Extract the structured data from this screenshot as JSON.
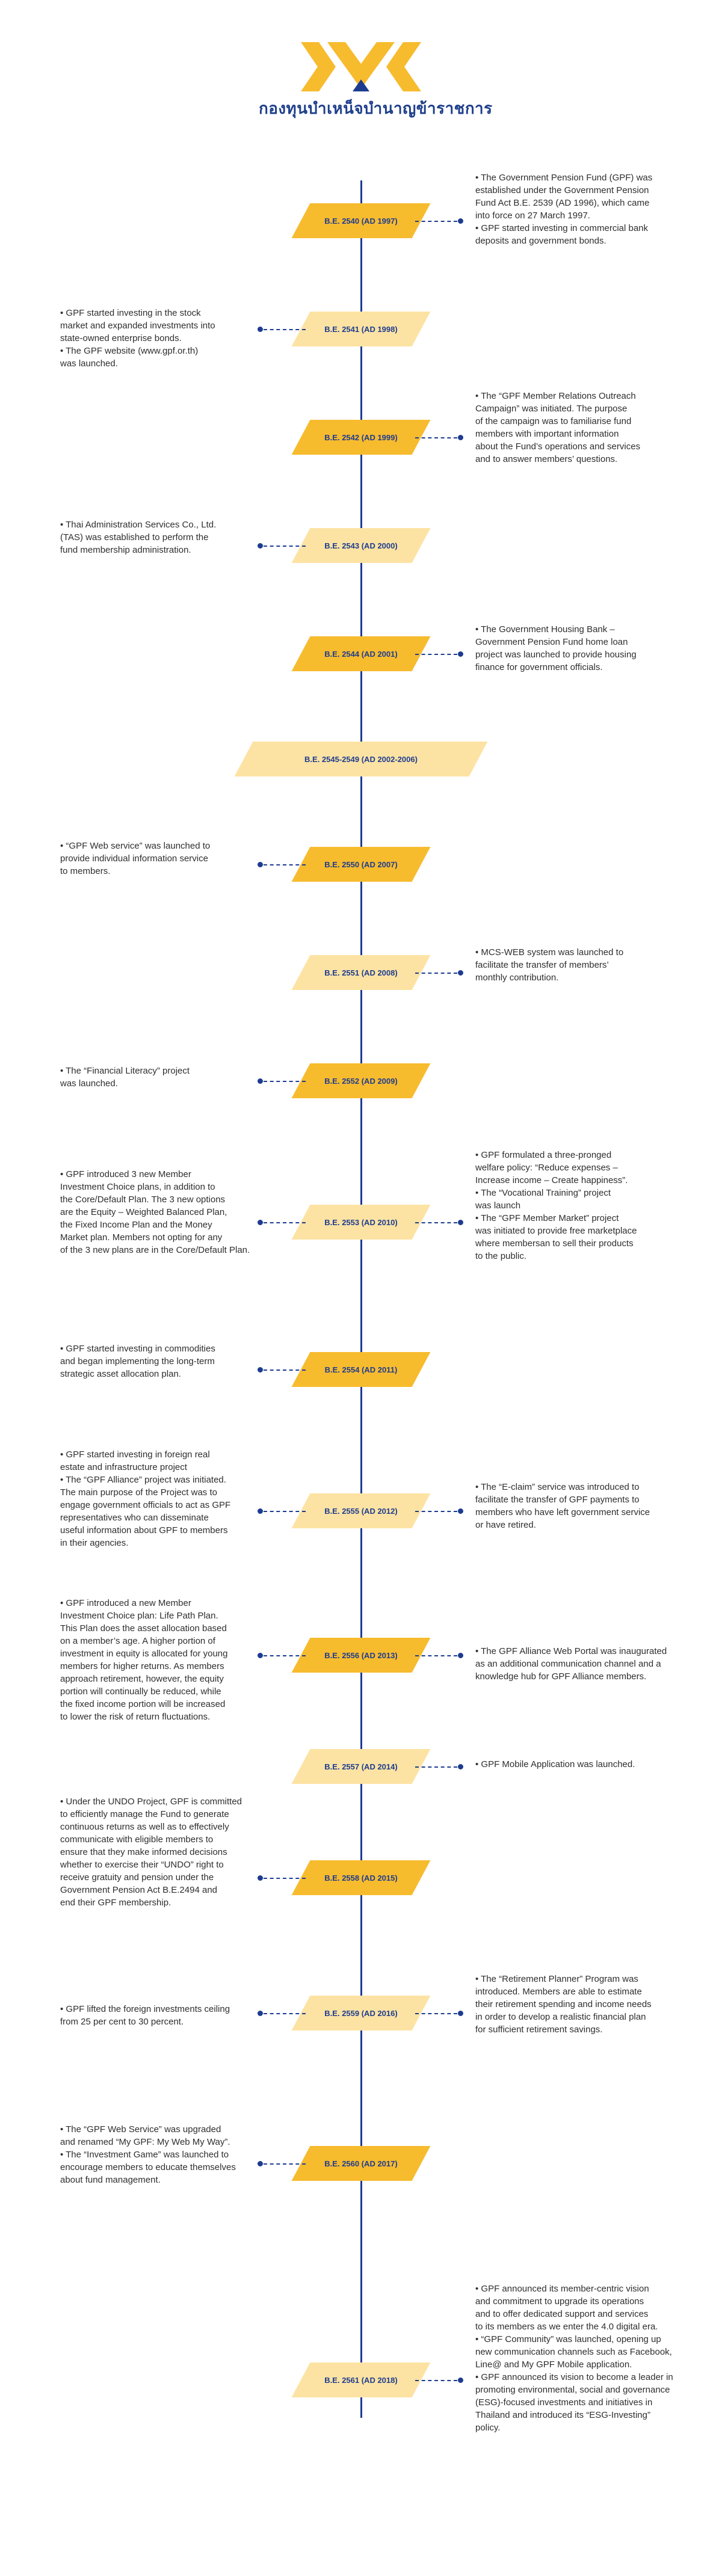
{
  "header": {
    "logo_text": "กองทุนบำเหน็จบำนาญข้าราชการ",
    "brand_colors": {
      "gold": "#f7bb2e",
      "light_gold": "#fde3a3",
      "navy": "#1d3c8f"
    }
  },
  "timeline": [
    {
      "year": "B.E. 2540 (AD 1997)",
      "right": [
        "• The Government Pension Fund (GPF) was",
        "established under the Government Pension",
        "Fund Act B.E. 2539 (AD 1996), which came",
        "into force on 27 March 1997.",
        "• GPF started investing in commercial bank",
        "deposits and government bonds."
      ]
    },
    {
      "year": "B.E. 2541 (AD 1998)",
      "left": [
        "• GPF started investing in the stock",
        "market and expanded investments into",
        "state-owned enterprise bonds.",
        "• The GPF website (www.gpf.or.th)",
        "was launched."
      ]
    },
    {
      "year": "B.E. 2542 (AD 1999)",
      "right": [
        "• The “GPF Member Relations Outreach",
        "Campaign” was initiated. The purpose",
        "of the campaign was to familiarise fund",
        "members with important information",
        "about the Fund’s operations and services",
        "and to answer members’ questions."
      ]
    },
    {
      "year": "B.E. 2543 (AD 2000)",
      "left": [
        "• Thai Administration Services Co., Ltd.",
        "(TAS) was established to perform the",
        "fund membership administration."
      ]
    },
    {
      "year": "B.E. 2544 (AD 2001)",
      "right": [
        "• The Government Housing Bank –",
        "Government Pension Fund home loan",
        "project was launched to provide housing",
        "finance for government officials."
      ]
    },
    {
      "year": "B.E. 2545-2549 (AD 2002-2006)"
    },
    {
      "year": "B.E. 2550 (AD 2007)",
      "left": [
        "• “GPF Web service” was launched to",
        "provide individual information service",
        "to members."
      ]
    },
    {
      "year": "B.E. 2551 (AD 2008)",
      "right": [
        "• MCS-WEB system was launched to",
        "facilitate the transfer of members’",
        "monthly contribution."
      ]
    },
    {
      "year": "B.E. 2552 (AD 2009)",
      "left": [
        "• The “Financial Literacy” project",
        "was launched."
      ]
    },
    {
      "year": "B.E. 2553 (AD 2010)",
      "left": [
        "• GPF introduced 3 new Member",
        "Investment Choice plans, in addition to",
        "the Core/Default Plan. The 3 new options",
        "are  the Equity – Weighted Balanced Plan,",
        "the Fixed Income Plan and the Money",
        "Market plan.  Members not opting for any",
        "of the 3 new plans are in the Core/Default Plan."
      ],
      "right": [
        "• GPF formulated a three-pronged",
        "welfare policy: “Reduce expenses –",
        "Increase income – Create happiness”.",
        "•  The “Vocational Training” project",
        "was launch",
        "• The “GPF Member Market” project",
        "was initiated to provide free marketplace",
        "where membersan to sell their products",
        "to the public."
      ]
    },
    {
      "year": "B.E. 2554 (AD 2011)",
      "left": [
        "• GPF started investing in commodities",
        "and began implementing the long-term",
        "strategic asset allocation plan."
      ]
    },
    {
      "year": "B.E. 2555 (AD 2012)",
      "left": [
        "• GPF started investing in foreign real",
        "estate and infrastructure project",
        "• The “GPF Alliance” project was initiated.",
        "The main purpose of the Project was to",
        "engage government officials to act as GPF",
        "representatives who can disseminate",
        "useful information about GPF to members",
        "in their agencies."
      ],
      "right": [
        "• The “E-claim” service was introduced to",
        "facilitate the transfer of GPF payments to",
        "members who have left government service",
        "or have retired."
      ]
    },
    {
      "year": "B.E. 2556 (AD 2013)",
      "left": [
        "• GPF introduced a new Member",
        "Investment Choice plan: Life Path Plan.",
        "This Plan does the asset allocation based",
        "on a member’s age.  A higher portion of",
        "investment in equity is allocated for young",
        "members for higher returns.  As members",
        "approach retirement, however, the equity",
        "portion will continually be reduced, while",
        "the fixed income portion will be increased",
        "to lower the risk of return fluctuations."
      ],
      "right": [
        "• The GPF Alliance Web Portal was inaugurated",
        "as an additional communication channel and a",
        "knowledge hub for GPF Alliance members."
      ]
    },
    {
      "year": "B.E. 2557 (AD 2014)",
      "right": [
        "• GPF Mobile Application was launched."
      ]
    },
    {
      "year": "B.E. 2558 (AD 2015)",
      "left": [
        "• Under the UNDO Project, GPF is committed",
        "to efficiently manage the Fund to generate",
        "continuous returns as well as to effectively",
        "communicate with eligible members to",
        "ensure that they make informed decisions",
        "whether to exercise their “UNDO” right to",
        "receive gratuity and pension under the",
        "Government Pension Act B.E.2494 and",
        "end their GPF membership."
      ]
    },
    {
      "year": "B.E. 2559 (AD 2016)",
      "left": [
        "• GPF lifted the foreign investments ceiling",
        "from 25 per cent to 30 percent."
      ],
      "right": [
        "• The “Retirement Planner” Program was",
        "introduced. Members are able to estimate",
        "their retirement spending and income needs",
        "in order to develop a realistic financial plan",
        " for sufficient retirement savings."
      ]
    },
    {
      "year": "B.E. 2560 (AD 2017)",
      "left": [
        "• The “GPF Web Service” was upgraded",
        "and renamed “My GPF: My Web My Way”.",
        "• The “Investment Game” was launched to",
        "encourage members to educate themselves",
        "about fund management."
      ]
    },
    {
      "year": "B.E. 2561 (AD 2018)",
      "right": [
        "• GPF announced its member-centric vision",
        "and commitment to upgrade its operations",
        "and to offer dedicated support and services",
        "to its members as we enter the 4.0 digital era.",
        "• “GPF Community” was launched, opening up",
        "new communication channels such as Facebook,",
        "Line@ and My GPF Mobile application.",
        "• GPF announced its vision to become a leader in",
        "promoting environmental, social and governance",
        "(ESG)-focused investments and initiatives in",
        "Thailand and introduced its “ESG-Investing”",
        "policy."
      ]
    }
  ]
}
